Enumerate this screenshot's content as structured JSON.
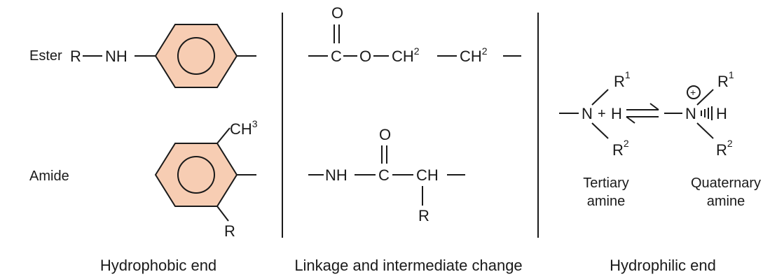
{
  "row_labels": {
    "ester": "Ester",
    "amide": "Amide"
  },
  "ester_aromatic": {
    "r": "R",
    "nh": "NH"
  },
  "amide_aromatic": {
    "ch": "CH",
    "ch_sup": "3",
    "r": "R"
  },
  "ester_linkage": {
    "o_top": "O",
    "c": "C",
    "o": "O",
    "ch1": "CH",
    "ch1_sup": "2",
    "ch2": "CH",
    "ch2_sup": "2"
  },
  "amide_linkage": {
    "nh": "NH",
    "o_top": "O",
    "c": "C",
    "ch": "CH",
    "r": "R"
  },
  "tertiary_amine": {
    "r1": "R",
    "r1_sup": "1",
    "n": "N",
    "plus": "+",
    "h": "H",
    "r2": "R",
    "r2_sup": "2"
  },
  "quaternary_amine": {
    "charge": "+",
    "r1": "R",
    "r1_sup": "1",
    "n": "N",
    "h": "H",
    "r2": "R",
    "r2_sup": "2"
  },
  "amine_labels": {
    "tertiary_1": "Tertiary",
    "tertiary_2": "amine",
    "quaternary_1": "Quaternary",
    "quaternary_2": "amine"
  },
  "section_captions": {
    "hydrophobic": "Hydrophobic end",
    "linkage": "Linkage and intermediate change",
    "hydrophilic": "Hydrophilic end"
  },
  "colors": {
    "ring_fill": "#f7cdb3",
    "ink": "#1a1a1a"
  }
}
